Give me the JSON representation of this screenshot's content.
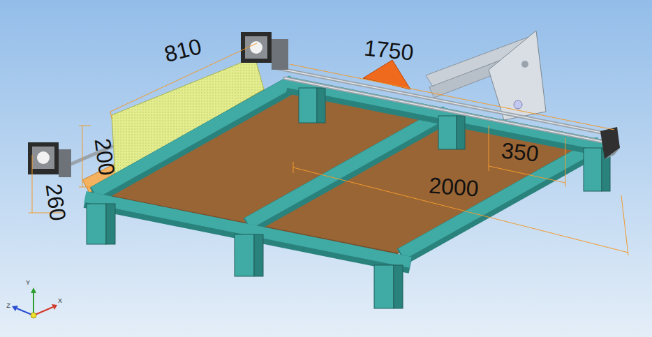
{
  "diagram": {
    "labels": [
      "810",
      "1750",
      "200",
      "260",
      "350",
      "2000",
      "Y",
      "Z",
      "X"
    ]
  }
}
